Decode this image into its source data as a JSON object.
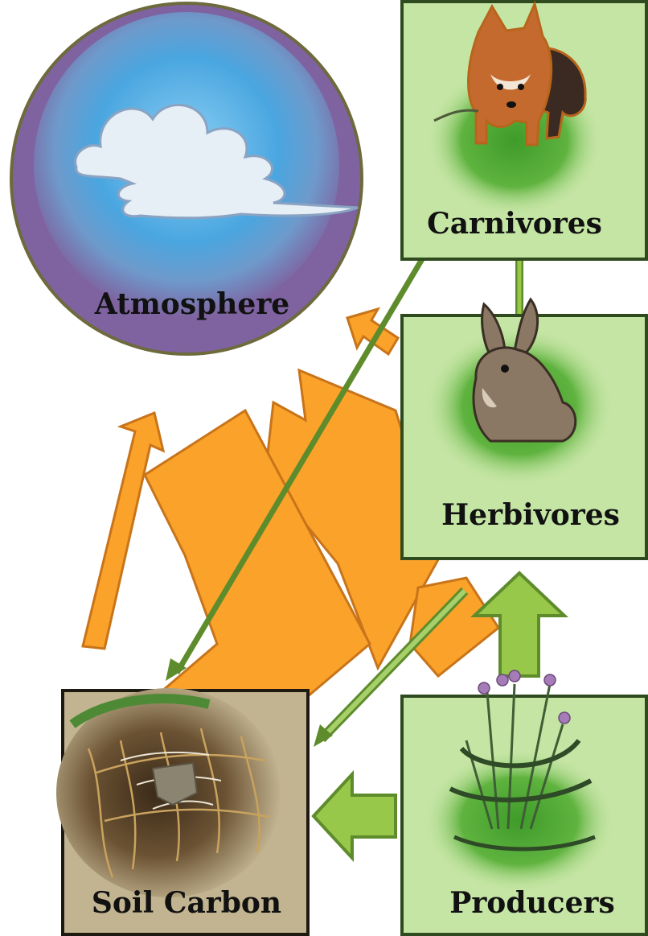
{
  "nodes": {
    "atmosphere": {
      "label": "Atmosphere"
    },
    "carnivores": {
      "label": "Carnivores"
    },
    "herbivores": {
      "label": "Herbivores"
    },
    "producers": {
      "label": "Producers"
    },
    "soil_carbon": {
      "label": "Soil Carbon"
    }
  },
  "icons": {
    "atmosphere": "cloud-icon",
    "carnivores": "fox-icon",
    "herbivores": "rabbit-icon",
    "producers": "plant-icon",
    "soil_carbon": "roots-icon"
  },
  "colors": {
    "respiration_arrow": "#FBA22A",
    "respiration_stroke": "#C8741A",
    "flow_arrow": "#98C84A",
    "flow_stroke": "#5E8C2C",
    "transfer_line": "#5E8C2C",
    "box_fill": "#C5E5A4",
    "box_stroke": "#2F4A1E",
    "atmosphere_fill": "#7E63A0",
    "atmosphere_sky": "#4AA6E0",
    "soil_fill": "#C2B490"
  }
}
